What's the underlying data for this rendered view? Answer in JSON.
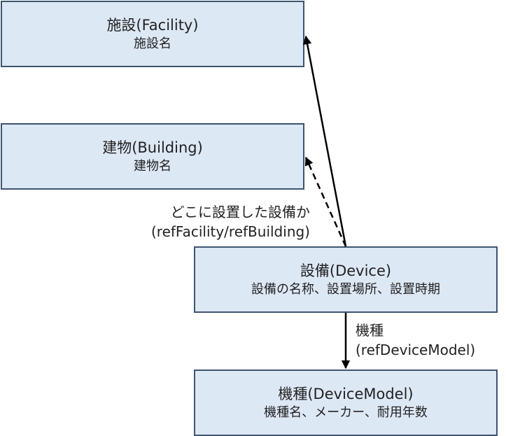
{
  "boxes": {
    "facility": {
      "title": "施設(Facility)",
      "sub": "施設名"
    },
    "building": {
      "title": "建物(Building)",
      "sub": "建物名"
    },
    "device": {
      "title": "設備(Device)",
      "sub": "設備の名称、設置場所、設置時期"
    },
    "model": {
      "title": "機種(DeviceModel)",
      "sub": "機種名、メーカー、耐用年数"
    }
  },
  "labels": {
    "location_line1": "どこに設置した設備か",
    "location_line2": "(refFacility/refBuilding)",
    "model_line1": "機種",
    "model_line2": "(refDeviceModel)"
  },
  "colors": {
    "box_fill": "#dde8f5",
    "box_border": "#3e5470",
    "arrow": "#000000"
  }
}
